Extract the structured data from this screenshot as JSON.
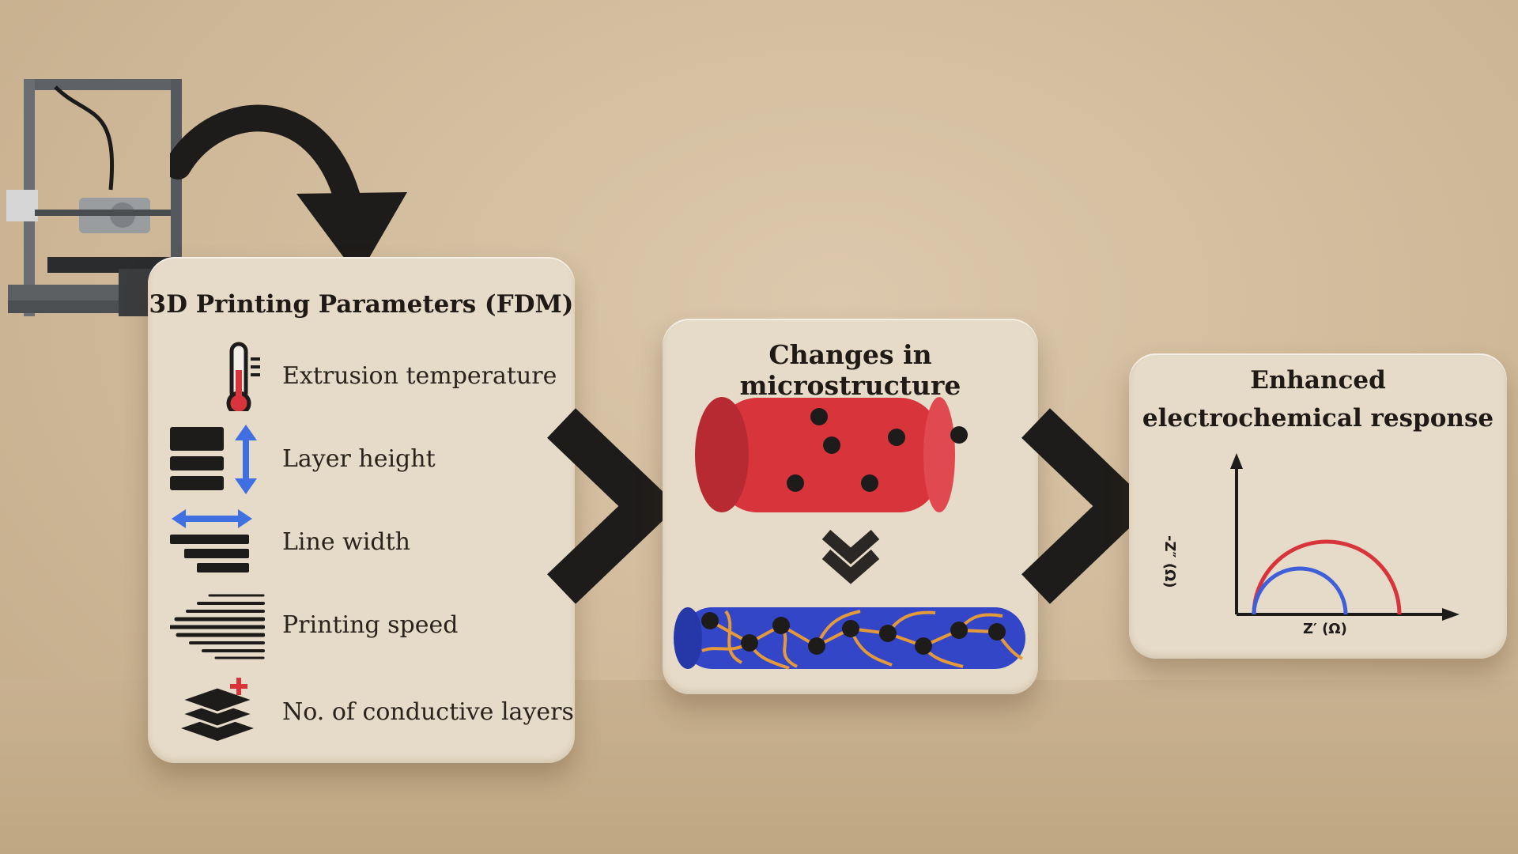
{
  "panel_parameters": {
    "title": "3D Printing Parameters (FDM)",
    "items": [
      {
        "label": "Extrusion temperature",
        "icon": "thermometer-icon"
      },
      {
        "label": "Layer height",
        "icon": "layer-height-icon"
      },
      {
        "label": "Line width",
        "icon": "line-width-icon"
      },
      {
        "label": "Printing speed",
        "icon": "speed-lines-icon"
      },
      {
        "label": "No. of conductive layers",
        "icon": "stacked-layers-plus-icon"
      }
    ]
  },
  "panel_microstructure": {
    "title": "Changes in microstructure"
  },
  "panel_response": {
    "title_line1": "Enhanced",
    "title_line2": "electrochemical response",
    "x_axis_label": "Z′ (Ω)",
    "y_axis_label": "-Z″ (Ω)"
  },
  "colors": {
    "background": "#cfb999",
    "card": "#e6dbc8",
    "red_filament": "#d8343c",
    "blue_filament": "#3346c8",
    "conductive_network": "#e59a3a",
    "arrow": "#1e1c1a"
  }
}
